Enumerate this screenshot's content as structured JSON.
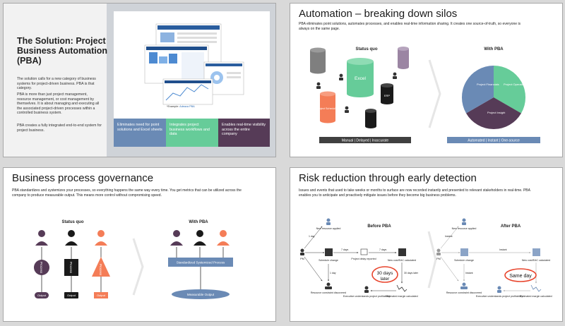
{
  "slide1": {
    "title": "The Solution: Project Business Automation (PBA)",
    "para1": "The solution calls for a new category of business systems for project-driven business. PBA is that category.",
    "para2": "PBA is more than just project management, resource management, or cost management by themselves. It is about managing and executing all the associated project-driven processes within a controlled business system.",
    "para3": "PBA creates a fully integrated end-to-end system for project business.",
    "caption_prefix": "*Example: ",
    "caption_link": "Adeaca PBA",
    "boxes": [
      {
        "text": "Eliminates need for point solutions and Excel sheets",
        "color": "#6a8ab5"
      },
      {
        "text": "Integrates project business workflows and data",
        "color": "#66cc99"
      },
      {
        "text": "Enables real-time visibility across the entire company",
        "color": "#563b57"
      }
    ]
  },
  "slide2": {
    "title": "Automation – breaking down silos",
    "desc": "PBA eliminates point solutions, automates processes, and enables real-time information sharing. It creates one source-of-truth, so everyone is always on the same page.",
    "status_quo": "Status quo",
    "with_pba": "With PBA",
    "excel": "Excel",
    "erp": "ERP",
    "project_scheduling": "Project Scheduling",
    "bar_left": "Manual | Delayed | Inaccurate",
    "bar_right": "Automated | Instant | One-source",
    "pie_labels": [
      "Project Financials",
      "Project Operations",
      "Project Insight"
    ],
    "colors": {
      "gray": "#7f7f7f",
      "green": "#66cc99",
      "purple": "#9b85a3",
      "dark": "#1a1a1a",
      "orange": "#f47d57",
      "blue": "#6a8ab5",
      "pie_purple": "#563b57"
    }
  },
  "slide3": {
    "title": "Business process governance",
    "desc": "PBA standardizes and systemizes your processes, so everything happens the same way every time. You get metrics that can be utilized across the company to produce measurable output. This means more control without compromising speed.",
    "status_quo": "Status quo",
    "with_pba": "With PBA",
    "process": "Process",
    "output": "Output",
    "standardized": "Standardized Systemized Process",
    "measurable": "Measurable Output"
  },
  "slide4": {
    "title": "Risk reduction through early detection",
    "desc": "Issues and events that used to take weeks or months to surface are now recorded instantly and presented to relevant stakeholders in real-time. PBA enables you to anticipate and proactively mitigate issues before they become big business problems.",
    "before": "Before PBA",
    "after": "After PBA",
    "pm": "PM",
    "new_resource": "New resource applied",
    "schedule_change": "Schedule change",
    "project_delay": "Project delay reported",
    "new_cost": "New cost/EAC calculated",
    "resource_constraint": "Resource constraint discovered",
    "executive": "Executive understands project profitability",
    "estimated_margin": "Estimated margin calculated",
    "days1": "1 day",
    "days7": "7 days",
    "days30_label": "30 days later",
    "days30": "30 days later",
    "instant": "Instant",
    "same_day": "Same day"
  }
}
